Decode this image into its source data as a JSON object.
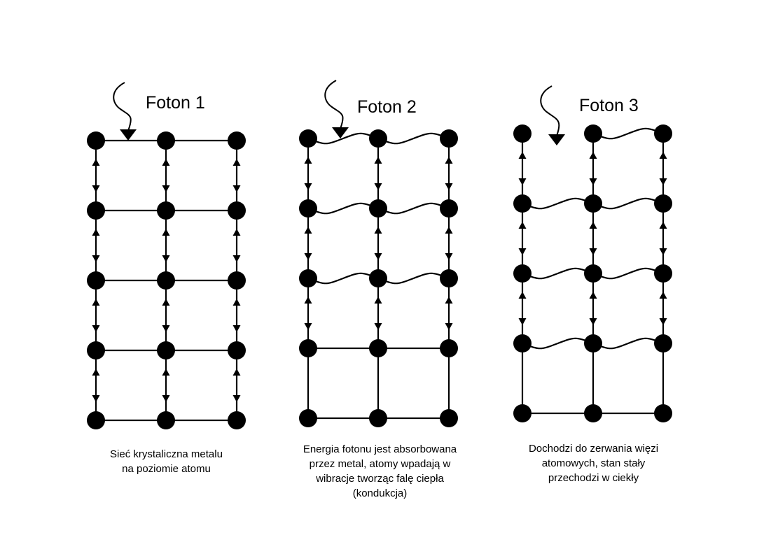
{
  "panels": [
    {
      "photon_label": "Foton 1",
      "caption": "Sieć krystaliczna metalu\nna poziomie atomu",
      "wavy_rows": [],
      "vibrating_rows": [
        0,
        1,
        2,
        3
      ],
      "broken_bond": false
    },
    {
      "photon_label": "Foton 2",
      "caption": "Energia fotonu jest absorbowana\nprzez metal, atomy wpadają w\nwibracje tworząc falę ciepła\n(kondukcja)",
      "wavy_rows": [
        0,
        1,
        2
      ],
      "vibrating_rows": [
        0,
        1,
        2
      ],
      "broken_bond": false
    },
    {
      "photon_label": "Foton 3",
      "caption": "Dochodzi do zerwania więzi\natomowych, stan stały\nprzechodzi w ciekły",
      "wavy_rows": [
        0,
        1,
        2,
        3
      ],
      "vibrating_rows": [
        0,
        1,
        2
      ],
      "broken_bond": true
    }
  ]
}
